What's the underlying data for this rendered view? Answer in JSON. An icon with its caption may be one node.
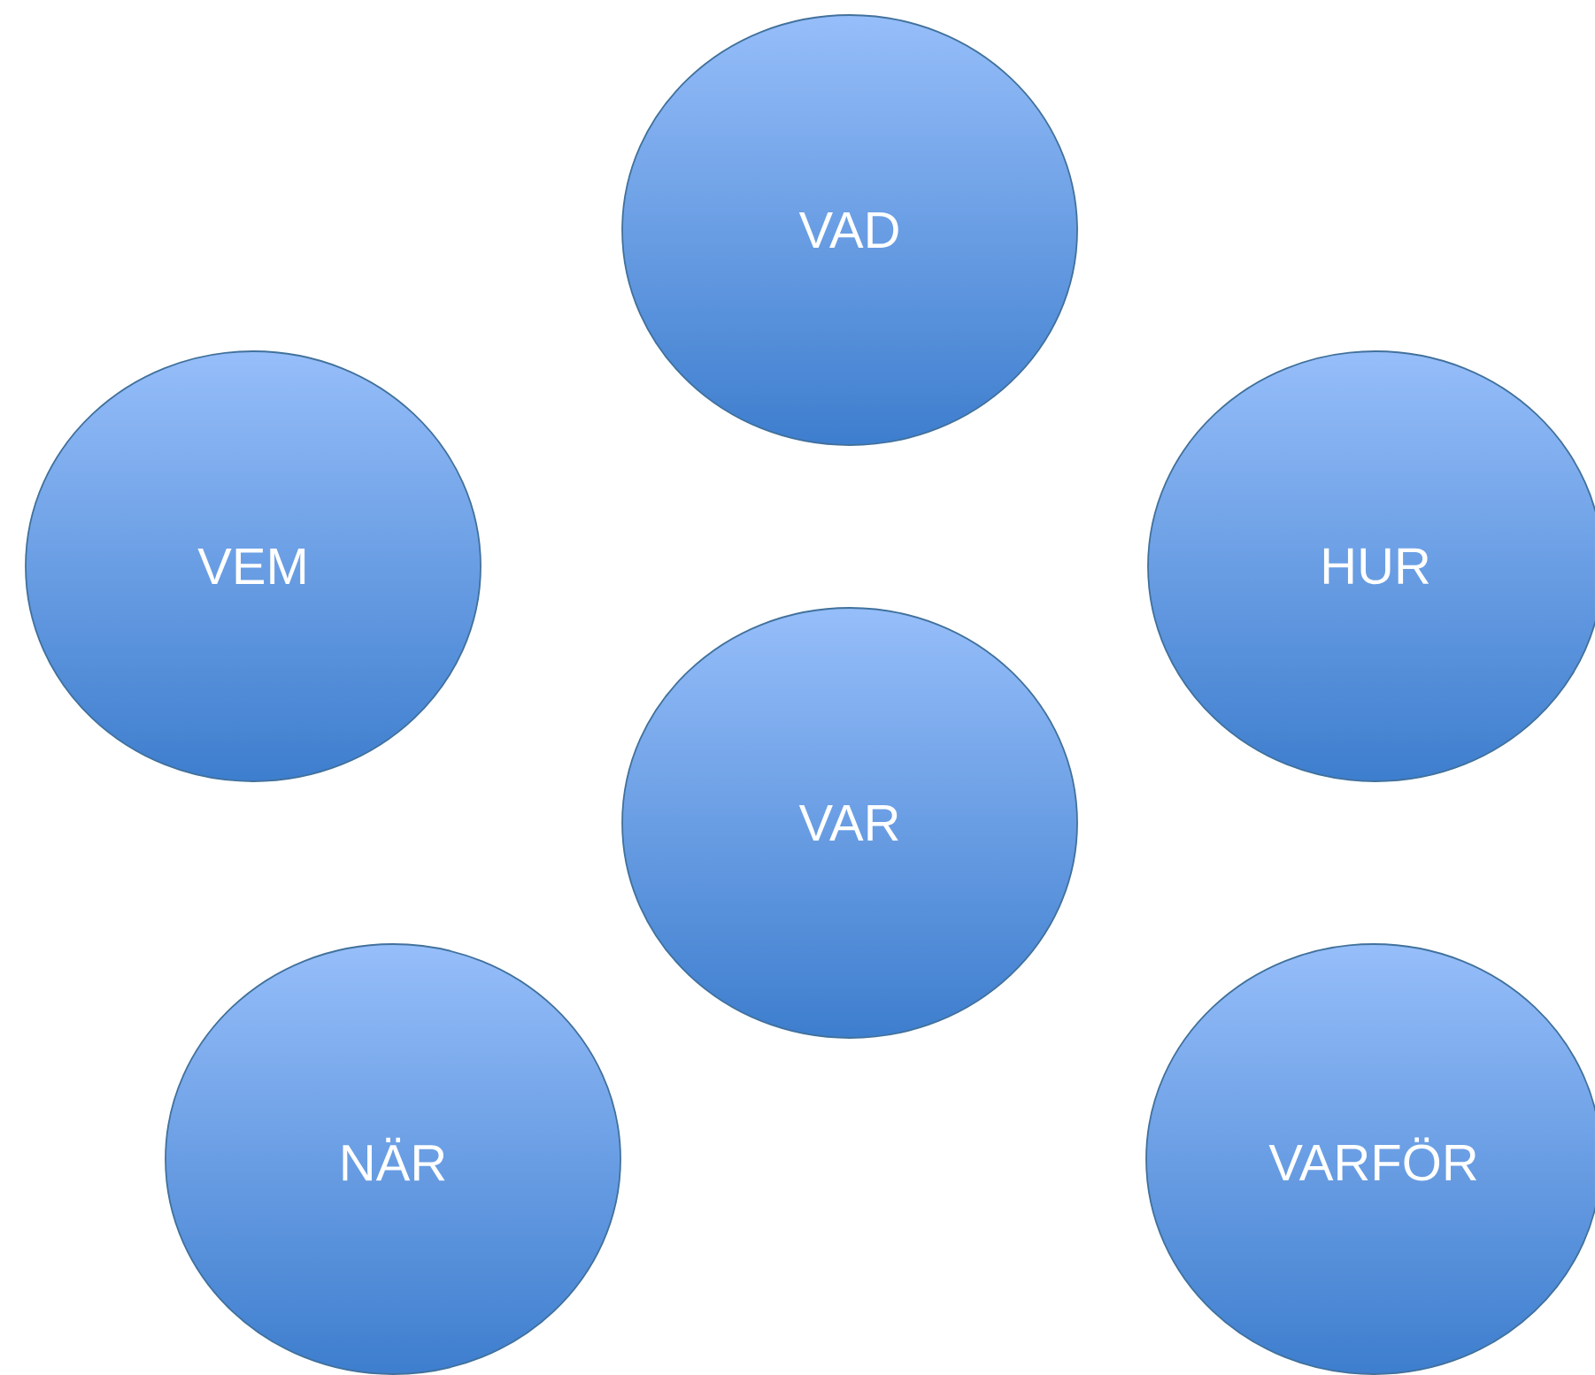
{
  "diagram": {
    "nodes": [
      {
        "text": [
          "VAD"
        ]
      },
      {
        "text": [
          "VEM"
        ]
      },
      {
        "text": [
          "HUR"
        ]
      },
      {
        "text": [
          "VAR"
        ]
      },
      {
        "text": [
          "NÄR"
        ]
      },
      {
        "text": [
          "VARFÖR"
        ]
      }
    ]
  }
}
